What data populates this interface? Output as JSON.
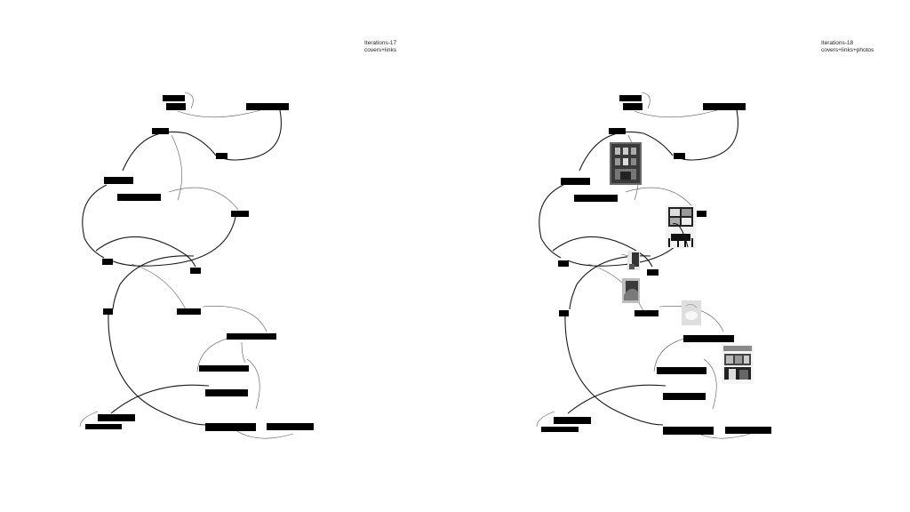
{
  "left_panel": {
    "title": "Iterations-17",
    "subtitle": "covers+links"
  },
  "right_panel": {
    "title": "Iterations-18",
    "subtitle": "covers+links+photos"
  },
  "photo_icons": [
    "building-facade-photo",
    "window-chair-photo",
    "statue-photo",
    "hand-photo",
    "light-object-photo",
    "shopfront-photo"
  ]
}
